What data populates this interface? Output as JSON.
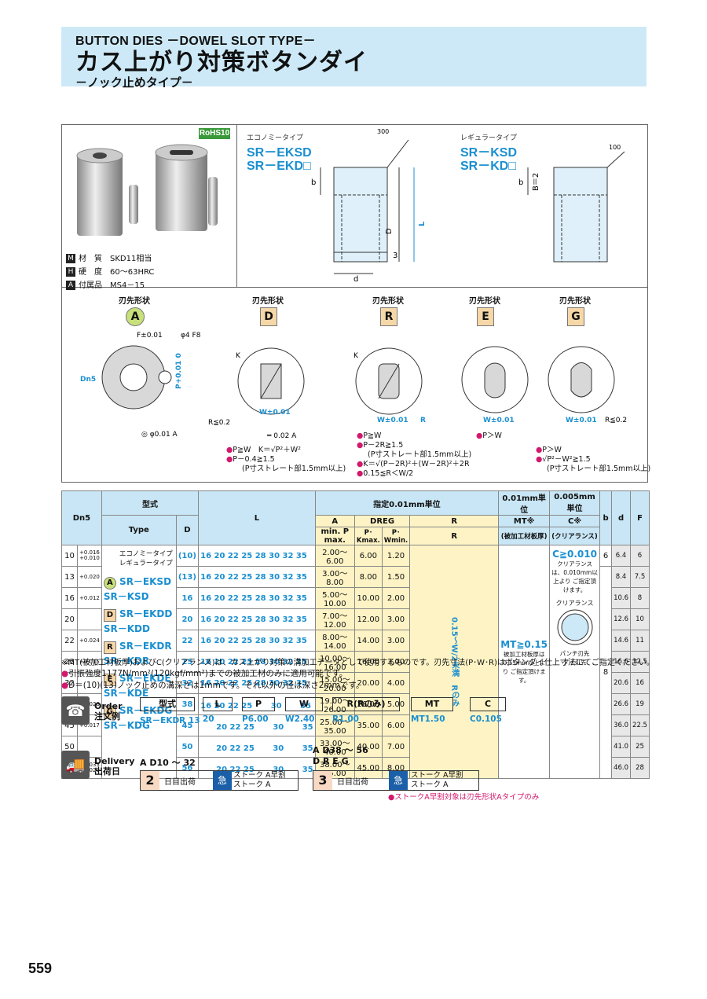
{
  "header": {
    "en": "BUTTON DIES －DOWEL SLOT TYPE－",
    "jp": "カス上がり対策ボタンダイ",
    "sub": "－ノック止めタイプ－"
  },
  "rohs": "RoHS10",
  "specs": [
    {
      "k": "M",
      "label": "材　質",
      "val": "SKD11相当"
    },
    {
      "k": "H",
      "label": "硬　度",
      "val": "60～63HRC"
    },
    {
      "k": "A",
      "label": "付属品",
      "val": "MS4－15"
    }
  ],
  "types": {
    "eco_label": "エコノミータイプ",
    "eco_m1": "SR－EKSD",
    "eco_m2": "SR－EKD□",
    "reg_label": "レギュラータイプ",
    "reg_m1": "SR－KSD",
    "reg_m2": "SR－KD□"
  },
  "draw": {
    "d300": "300",
    "d100": "100",
    "b": "b",
    "d": "d",
    "B2": "B＝2",
    "dia": "D",
    "Ltol": "L",
    "n3": "3"
  },
  "shapes": {
    "title": "刃先形状",
    "letters": [
      "A",
      "D",
      "R",
      "E",
      "G"
    ]
  },
  "shape_notes": {
    "d1": "P≧W　K＝√P²＋W²",
    "d2": "P－0.4≧1.5",
    "d3": "(P寸ストレート部1.5mm以上)",
    "r1": "P≧W",
    "r2": "P－2R≧1.5",
    "r3": "(P寸ストレート部1.5mm以上)",
    "r4": "K＝√(P－2R)²＋(W－2R)²＋2R",
    "r5": "0.15≦R＜W/2",
    "e1": "P＞W",
    "g1": "P＞W",
    "g2": "√P²－W²≧1.5",
    "g3": "(P寸ストレート部1.5mm以上)",
    "flat": "◎ φ0.01 A",
    "par": "═ 0.02 A",
    "Rle": "R≦0.2",
    "Rle2": "R≦0.2",
    "F": "F±0.01",
    "phi": "φ4 F8",
    "Dn5": "Dn5",
    "Pt": "P+0.01 0",
    "Wt": "W±0.01",
    "Rt": "R",
    "K": "K"
  },
  "table": {
    "h_dn5": "Dn5",
    "h_type1": "型式",
    "h_type2": "Type",
    "h_D": "D",
    "h_L": "L",
    "h_spec": "指定0.01mm単位",
    "h_A": "A",
    "h_DREG": "DREG",
    "h_R": "R",
    "h_minP": "min. P max.",
    "h_PK": "P･Kmax.",
    "h_PW": "P･Wmin.",
    "h_Rr": "R",
    "h_001": "0.01mm単位",
    "h_MT": "MT※",
    "h_MT2": "(被加工材板厚)",
    "h_0005": "0.005mm単位",
    "h_C": "C※",
    "h_C2": "(クリアランス)",
    "h_b": "b",
    "h_d": "d",
    "h_F": "F",
    "eco": "エコノミータイプ",
    "reg": "レギュラータイプ",
    "models": [
      [
        "A",
        "SR－EKSD",
        "SR－KSD"
      ],
      [
        "D",
        "SR－EKDD",
        "SR－KDD"
      ],
      [
        "R",
        "SR－EKDR",
        "SR－KDR"
      ],
      [
        "E",
        "SR－EKDE",
        "SR－KDE"
      ],
      [
        "G",
        "SR－EKDG",
        "SR－KDG"
      ]
    ],
    "rows": [
      {
        "dn": "10",
        "tol": "+0.016 +0.010",
        "D": "(10)",
        "L": "16 20 22 25 28 30 32 35",
        "p": "2.00～ 6.00",
        "pk": "6.00",
        "pw": "1.20",
        "d": "6.4",
        "F": "6"
      },
      {
        "dn": "13",
        "tol": "+0.020",
        "D": "(13)",
        "L": "16 20 22 25 28 30 32 35",
        "p": "3.00～ 8.00",
        "pk": "8.00",
        "pw": "1.50",
        "d": "8.4",
        "F": "7.5"
      },
      {
        "dn": "16",
        "tol": "+0.012",
        "D": "16",
        "L": "16 20 22 25 28 30 32 35",
        "p": "5.00～ 10.00",
        "pk": "10.00",
        "pw": "2.00",
        "d": "10.6",
        "F": "8"
      },
      {
        "dn": "20",
        "tol": "",
        "D": "20",
        "L": "16 20 22 25 28 30 32 35",
        "p": "7.00～ 12.00",
        "pk": "12.00",
        "pw": "3.00",
        "d": "12.6",
        "F": "10"
      },
      {
        "dn": "22",
        "tol": "+0.024",
        "D": "22",
        "L": "16 20 22 25 28 30 32 35",
        "p": "8.00～ 14.00",
        "pk": "14.00",
        "pw": "3.00",
        "d": "14.6",
        "F": "11"
      },
      {
        "dn": "25",
        "tol": "+0.015",
        "D": "25",
        "L": "16 20 22 25 28 30 32 35",
        "p": "10.00～ 16.00",
        "pk": "16.00",
        "pw": "3.00",
        "d": "16.6",
        "F": "12.5"
      },
      {
        "dn": "32",
        "tol": "",
        "D": "32",
        "L": "16 20 22 25 28 30 32 35",
        "p": "15.00～ 20.00",
        "pk": "20.00",
        "pw": "4.00",
        "d": "20.6",
        "F": "16"
      },
      {
        "dn": "38",
        "tol": "+0.028",
        "D": "38",
        "L": "16 20 22 25 　　30 　　35",
        "p": "19.00～ 26.00",
        "pk": "26.00",
        "pw": "5.00",
        "d": "26.6",
        "F": "19"
      },
      {
        "dn": "45",
        "tol": "+0.017",
        "D": "45",
        "L": "　　20 22 25 　　30 　　35",
        "p": "25.00～ 35.00",
        "pk": "35.00",
        "pw": "6.00",
        "d": "36.0",
        "F": "22.5"
      },
      {
        "dn": "50",
        "tol": "",
        "D": "50",
        "L": "　　20 22 25 　　30 　　35",
        "p": "33.00～ 40.00",
        "pk": "40.00",
        "pw": "7.00",
        "d": "41.0",
        "F": "25"
      },
      {
        "dn": "56",
        "tol": "+0.033 +0.020",
        "D": "56",
        "L": "　　20 22 25 　　30 　　35",
        "p": "38.00～ 45.00",
        "pk": "45.00",
        "pw": "8.00",
        "d": "46.0",
        "F": "28"
      }
    ],
    "r_range": "0.15～W/2未満",
    "r_only": "Rのみ",
    "mt": "MT≧0.15",
    "mt_note": "被加工材板厚は0.15mm以上より ご指定頂けます。",
    "c": "C≧0.010",
    "c_note": "クリアランスは、0.010mm以上より ご指定頂けます。",
    "c_lbl": "クリアランス",
    "punch": "パンチ刃先",
    "die": "ダイ刃先",
    "b1": "6",
    "b2": "8"
  },
  "notes": [
    "※MT(被加工材板厚)およびC(クリアランス)は、カス上がり対策の溝加工データとして使用するものです。刃先寸法(P･W･R)はボタンダイ仕上寸法にてご指定ください。",
    "引張強度1177N/mm²(120kgf/mm²)までの被加工材のみに適用可能です。",
    "D＝(10)(13)ノック止めの溝深さは1mmです。それ以外の径は深さ2mmです。"
  ],
  "order": {
    "title1": "Order",
    "title2": "注文例",
    "fields": [
      "型式",
      "L",
      "P",
      "W",
      "R(Rのみ)",
      "MT",
      "C"
    ],
    "values": [
      "SR－EKDR 13",
      "20",
      "P6.00",
      "W2.40",
      "R1.00",
      "MT1.50",
      "C0.105"
    ]
  },
  "delivery": {
    "title1": "Delivery",
    "title2": "出荷日",
    "g1_label": "A D10 ～ 32",
    "g1_num": "2",
    "g1_txt": "日目出荷",
    "g2_label1": "A D38 ～ 56",
    "g2_label2": "D R E G",
    "g2_num": "3",
    "g2_txt": "日目出荷",
    "stroke1": "ストーク A早割",
    "stroke2": "ストーク A",
    "note": "ストークA早割対象は刃先形状Aタイプのみ"
  },
  "page": "559"
}
